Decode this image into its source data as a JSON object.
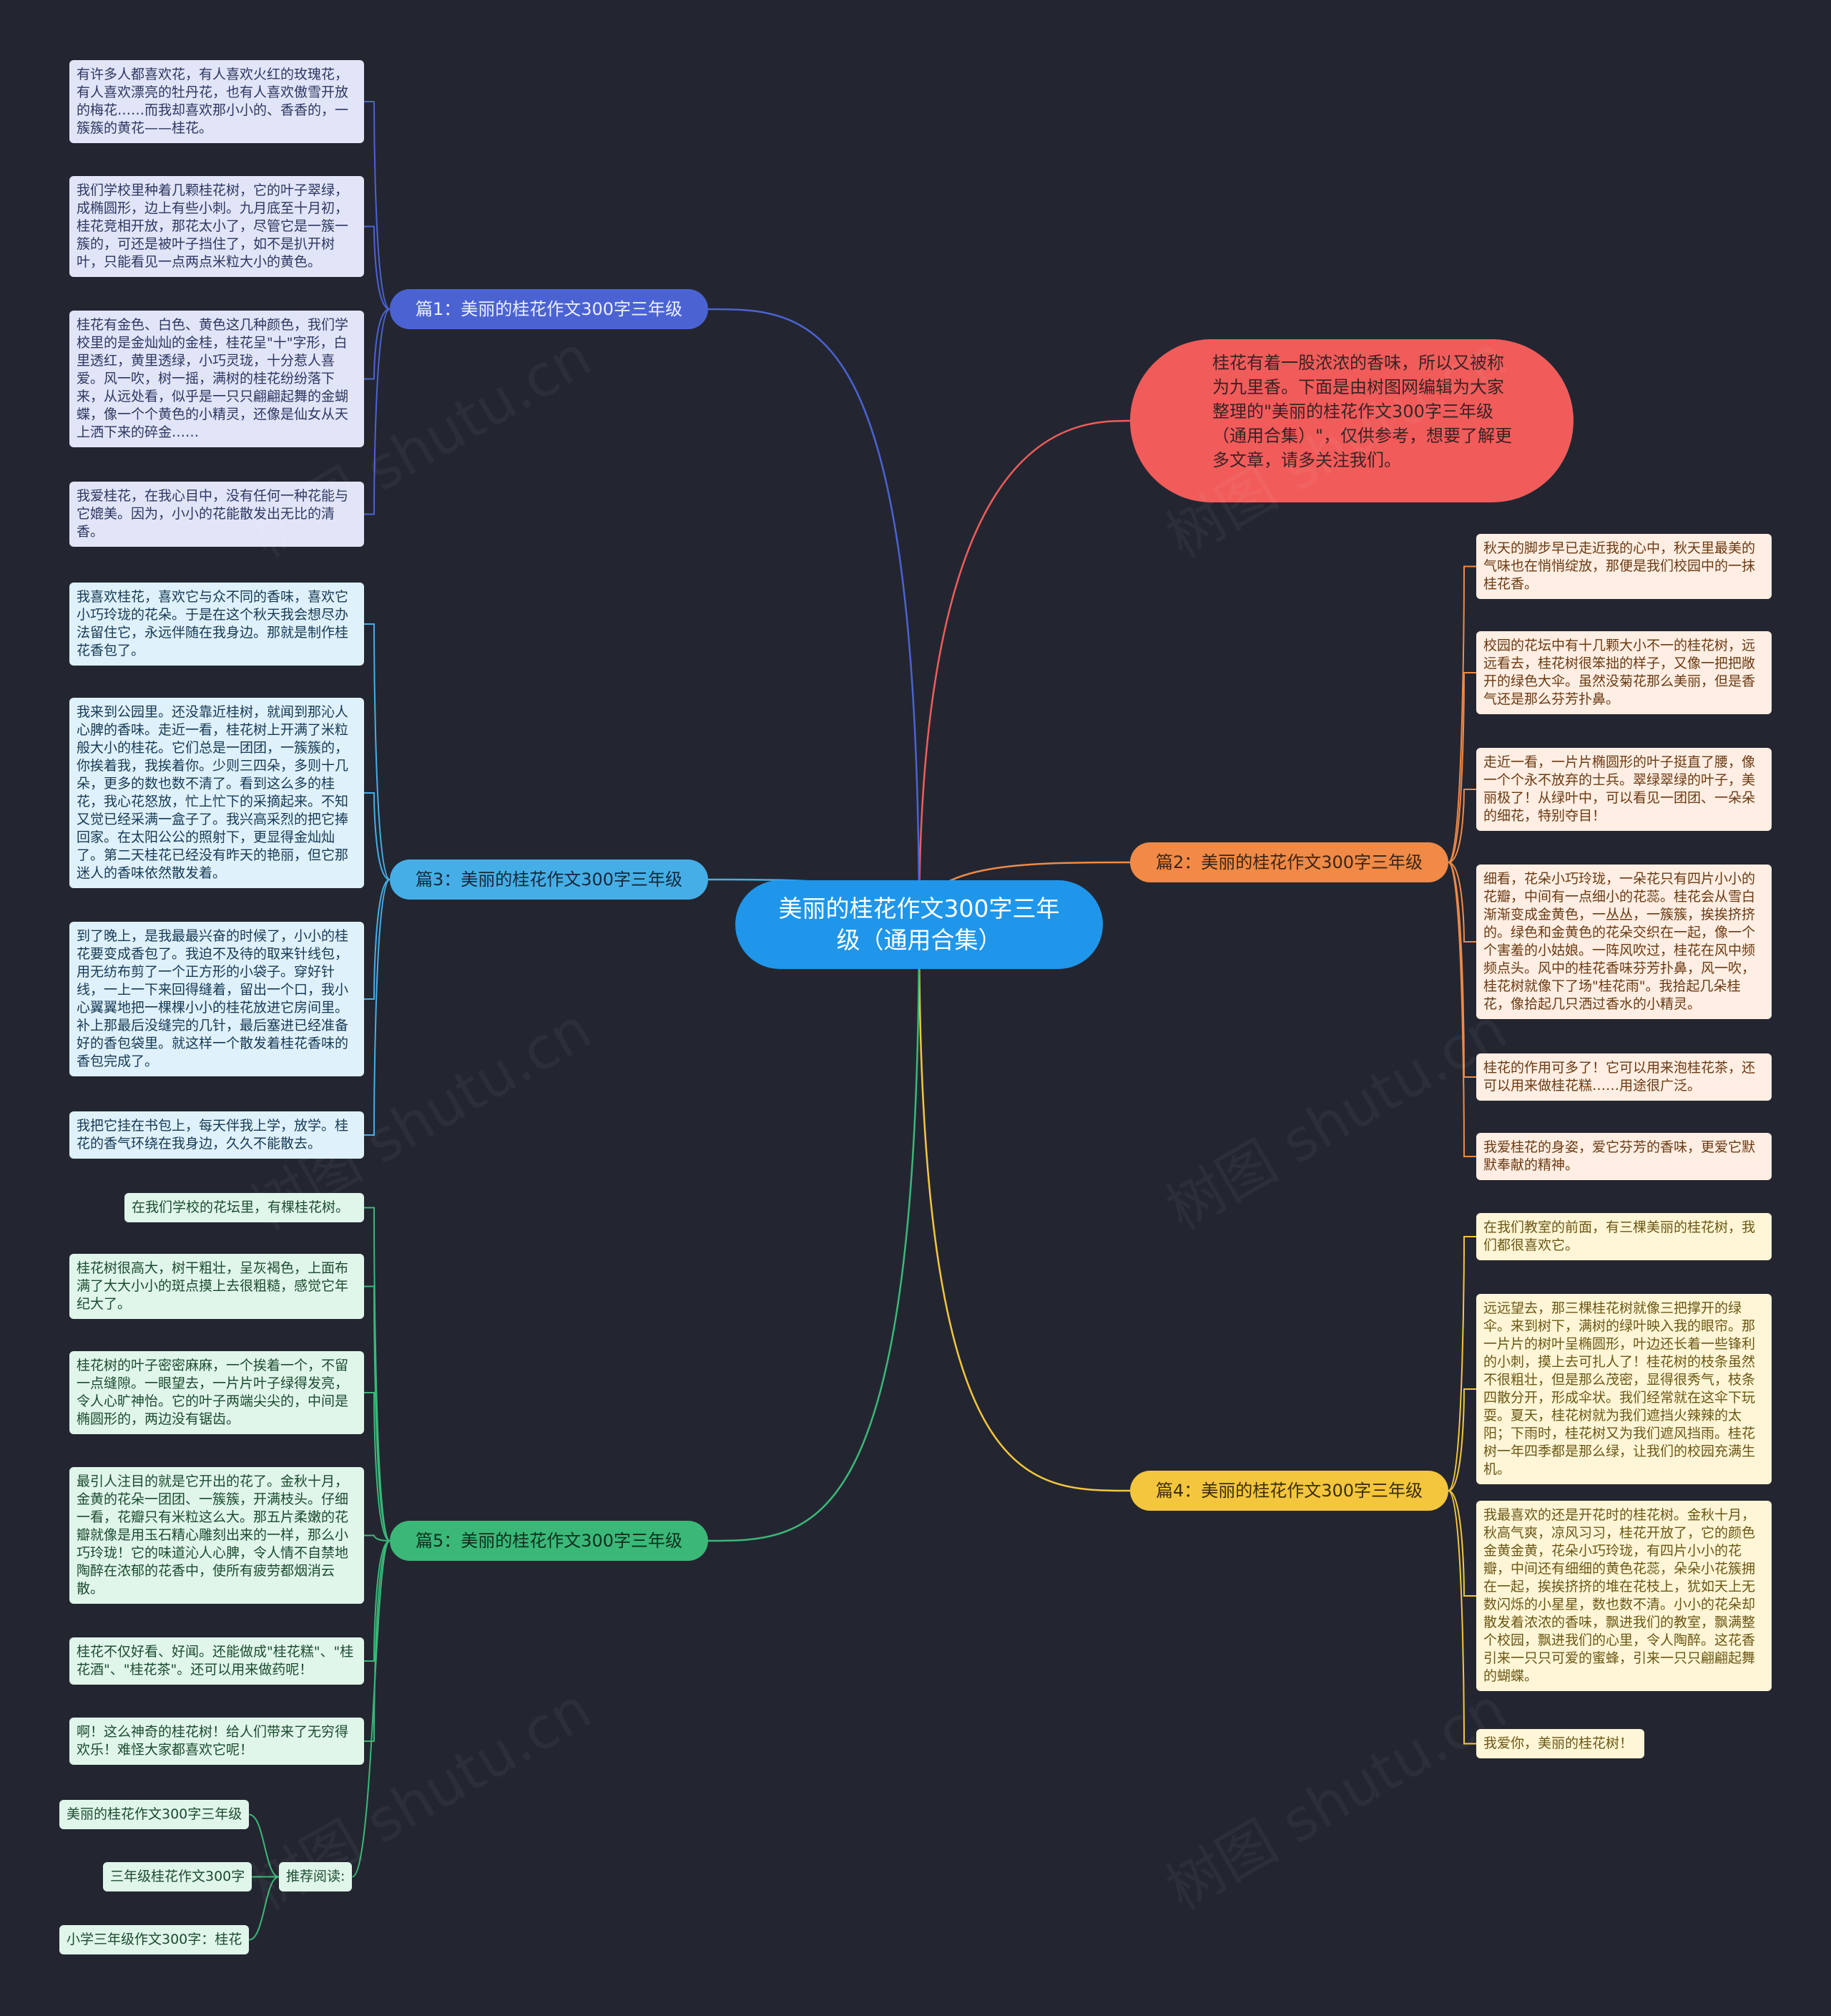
{
  "center": {
    "title": "美丽的桂花作文300字三年级（通用合集）"
  },
  "intro": {
    "text": "桂花有着一股浓浓的香味，所以又被称为九里香。下面是由树图网编辑为大家整理的\"美丽的桂花作文300字三年级（通用合集）\"，仅供参考，想要了解更多文章，请多关注我们。"
  },
  "branches": [
    {
      "label": "篇1：美丽的桂花作文300字三年级",
      "color": "#4b63d2",
      "items": [
        "有许多人都喜欢花，有人喜欢火红的玫瑰花，有人喜欢漂亮的牡丹花，也有人喜欢傲雪开放的梅花……而我却喜欢那小小的、香香的，一簇簇的黄花——桂花。",
        "我们学校里种着几颗桂花树，它的叶子翠绿，成椭圆形，边上有些小刺。九月底至十月初，桂花竞相开放，那花太小了，尽管它是一簇一簇的，可还是被叶子挡住了，如不是扒开树叶，只能看见一点两点米粒大小的黄色。",
        "桂花有金色、白色、黄色这几种颜色，我们学校里的是金灿灿的金桂，桂花呈\"十\"字形，白里透红，黄里透绿，小巧灵珑，十分惹人喜爱。风一吹，树一摇，满树的桂花纷纷落下来，从远处看，似乎是一只只翩翩起舞的金蝴蝶，像一个个黄色的小精灵，还像是仙女从天上洒下来的碎金……",
        "我爱桂花，在我心目中，没有任何一种花能与它媲美。因为，小小的花能散发出无比的清香。"
      ]
    },
    {
      "label": "篇2：美丽的桂花作文300字三年级",
      "color": "#f08a46",
      "items": [
        "秋天的脚步早已走近我的心中，秋天里最美的气味也在悄悄绽放，那便是我们校园中的一抹桂花香。",
        "校园的花坛中有十几颗大小不一的桂花树，远远看去，桂花树很笨拙的样子，又像一把把敞开的绿色大伞。虽然没菊花那么美丽，但是香气还是那么芬芳扑鼻。",
        "走近一看，一片片椭圆形的叶子挺直了腰，像一个个永不放弃的士兵。翠绿翠绿的叶子，美丽极了！从绿叶中，可以看见一团团、一朵朵的细花，特别夺目！",
        "细看，花朵小巧玲珑，一朵花只有四片小小的花瓣，中间有一点细小的花蕊。桂花会从雪白渐渐变成金黄色，一丛丛，一簇簇，挨挨挤挤的。绿色和金黄色的花朵交织在一起，像一个个害羞的小姑娘。一阵风吹过，桂花在风中频频点头。风中的桂花香味芬芳扑鼻，风一吹，桂花树就像下了场\"桂花雨\"。我拾起几朵桂花，像拾起几只洒过香水的小精灵。",
        "桂花的作用可多了！它可以用来泡桂花茶，还可以用来做桂花糕……用途很广泛。",
        "我爱桂花的身姿，爱它芬芳的香味，更爱它默默奉献的精神。"
      ]
    },
    {
      "label": "篇3：美丽的桂花作文300字三年级",
      "color": "#46aee6",
      "items": [
        "我喜欢桂花，喜欢它与众不同的香味，喜欢它小巧玲珑的花朵。于是在这个秋天我会想尽办法留住它，永远伴随在我身边。那就是制作桂花香包了。",
        "我来到公园里。还没靠近桂树，就闻到那沁人心脾的香味。走近一看，桂花树上开满了米粒般大小的桂花。它们总是一团团，一簇簇的，你挨着我，我挨着你。少则三四朵，多则十几朵，更多的数也数不清了。看到这么多的桂花，我心花怒放，忙上忙下的采摘起来。不知又觉已经采满一盒子了。我兴高采烈的把它捧回家。在太阳公公的照射下，更显得金灿灿了。第二天桂花已经没有昨天的艳丽，但它那迷人的香味依然散发着。",
        "到了晚上，是我最最兴奋的时候了，小小的桂花要变成香包了。我迫不及待的取来针线包，用无纺布剪了一个正方形的小袋子。穿好针线，一上一下来回得缝着，留出一个口，我小心翼翼地把一棵棵小小的桂花放进它房间里。补上那最后没缝完的几针，最后塞进已经准备好的香包袋里。就这样一个散发着桂花香味的香包完成了。",
        "我把它挂在书包上，每天伴我上学，放学。桂花的香气环绕在我身边，久久不能散去。"
      ]
    },
    {
      "label": "篇4：美丽的桂花作文300字三年级",
      "color": "#f4c63d",
      "items": [
        "在我们教室的前面，有三棵美丽的桂花树，我们都很喜欢它。",
        "远远望去，那三棵桂花树就像三把撑开的绿伞。来到树下，满树的绿叶映入我的眼帘。那一片片的树叶呈椭圆形，叶边还长着一些锋利的小刺，摸上去可扎人了！桂花树的枝条虽然不很粗壮，但是那么茂密，显得很秀气，枝条四散分开，形成伞状。我们经常就在这伞下玩耍。夏天，桂花树就为我们遮挡火辣辣的太阳；下雨时，桂花树又为我们遮风挡雨。桂花树一年四季都是那么绿，让我们的校园充满生机。",
        "我最喜欢的还是开花时的桂花树。金秋十月，秋高气爽，凉风习习，桂花开放了，它的颜色金黄金黄，花朵小巧玲珑，有四片小小的花瓣，中间还有细细的黄色花蕊，朵朵小花簇拥在一起，挨挨挤挤的堆在花枝上，犹如天上无数闪烁的小星星，数也数不清。小小的花朵却散发着浓浓的香味，飘进我们的教室，飘满整个校园，飘进我们的心里，令人陶醉。这花香引来一只只可爱的蜜蜂，引来一只只翩翩起舞的蝴蝶。",
        "我爱你，美丽的桂花树！"
      ]
    },
    {
      "label": "篇5：美丽的桂花作文300字三年级",
      "color": "#3bb878",
      "items": [
        "在我们学校的花坛里，有棵桂花树。",
        "桂花树很高大，树干粗壮，呈灰褐色，上面布满了大大小小的斑点摸上去很粗糙，感觉它年纪大了。",
        "桂花树的叶子密密麻麻，一个挨着一个，不留一点缝隙。一眼望去，一片片叶子绿得发亮，令人心旷神怡。它的叶子两端尖尖的，中间是椭圆形的，两边没有锯齿。",
        "最引人注目的就是它开出的花了。金秋十月，金黄的花朵一团团、一簇簇，开满枝头。仔细一看，花瓣只有米粒这么大。那五片柔嫩的花瓣就像是用玉石精心雕刻出来的一样，那么小巧玲珑！它的味道沁人心脾，令人情不自禁地陶醉在浓郁的花香中，使所有疲劳都烟消云散。",
        "桂花不仅好看、好闻。还能做成\"桂花糕\"、\"桂花酒\"、\"桂花茶\"。还可以用来做药呢！",
        "啊！这么神奇的桂花树！给人们带来了无穷得欢乐！难怪大家都喜欢它呢！"
      ]
    }
  ],
  "recommend": {
    "label": "推荐阅读:",
    "items": [
      "美丽的桂花作文300字三年级",
      "三年级桂花作文300字",
      "小学三年级作文300字：桂花"
    ]
  },
  "watermark": "树图 shutu.cn"
}
